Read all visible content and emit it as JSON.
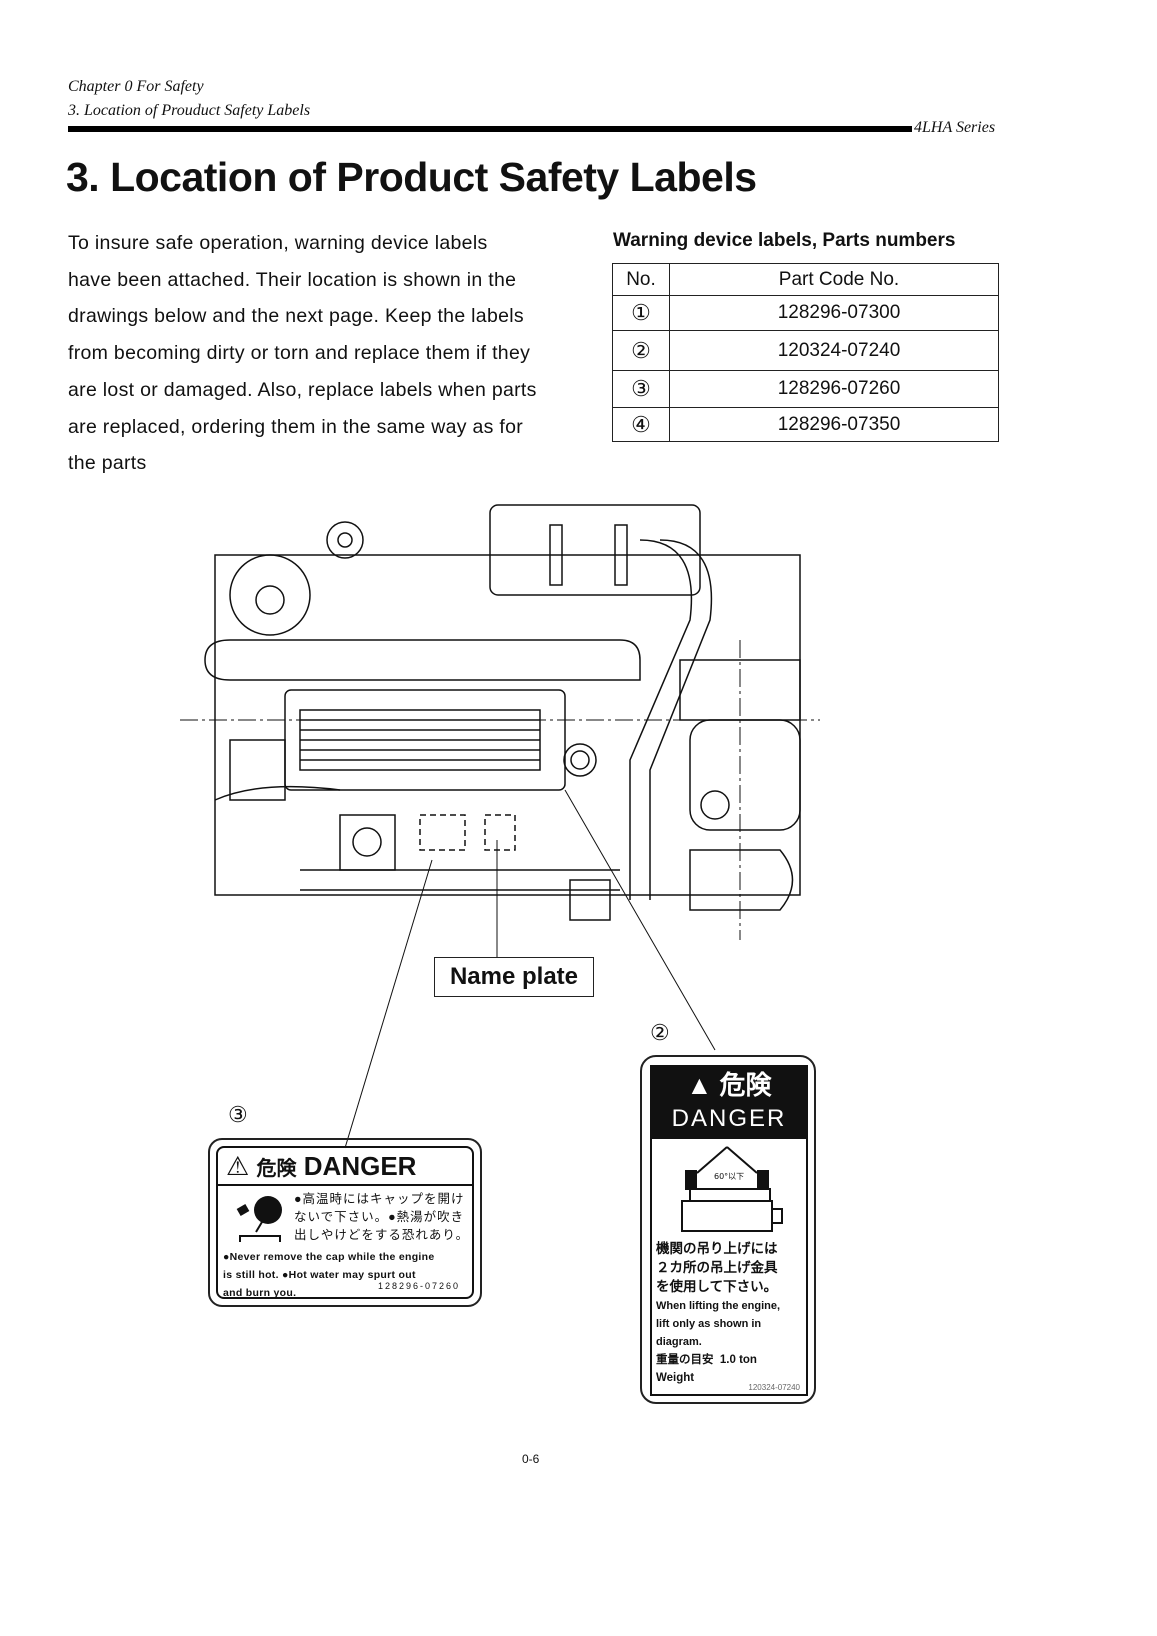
{
  "header": {
    "chapter": "Chapter 0 For Safety",
    "section": "3. Location of Prouduct Safety Labels",
    "series": "4LHA Series"
  },
  "title": "3. Location of Product Safety Labels",
  "intro_lines": [
    "To insure safe operation, warning device labels",
    "have been attached.  Their location is shown in the",
    "drawings below and the next page. Keep the labels",
    "from becoming dirty or torn and replace them if they",
    "are lost or damaged. Also, replace labels when parts",
    "are replaced, ordering them in the same way as for",
    "the parts"
  ],
  "parts_table": {
    "heading": "Warning device labels, Parts numbers",
    "columns": [
      "No.",
      "Part Code No."
    ],
    "rows": [
      {
        "no": "①",
        "code": "128296-07300"
      },
      {
        "no": "②",
        "code": "120324-07240"
      },
      {
        "no": "③",
        "code": "128296-07260"
      },
      {
        "no": "④",
        "code": "128296-07350"
      }
    ]
  },
  "figure": {
    "name_plate": "Name plate",
    "callout_2": "②",
    "callout_3": "③",
    "label_3": {
      "header_jp": "危険",
      "header_en": "DANGER",
      "jp_lines": [
        "●高温時にはキャップを開け",
        "ないで下さい。●熱湯が吹き",
        "出しやけどをする恐れあり。"
      ],
      "en_lines": [
        "●Never remove the cap while the engine",
        "is still hot.  ●Hot water may spurt out",
        "and burn you."
      ],
      "part_no": "128296-07260"
    },
    "label_2": {
      "header_jp": "危険",
      "header_en": "DANGER",
      "angle": "60°以下",
      "jp_lines": [
        "機関の吊り上げには",
        "２カ所の吊上げ金具",
        "を使用して下さい。"
      ],
      "en_lines": [
        "When lifting the engine,",
        "lift only as shown in",
        "diagram."
      ],
      "weight_jp": "重量の目安",
      "weight_value": "1.0 ton",
      "weight_en": "Weight",
      "part_no": "120324-07240"
    }
  },
  "page_number": "0-6"
}
